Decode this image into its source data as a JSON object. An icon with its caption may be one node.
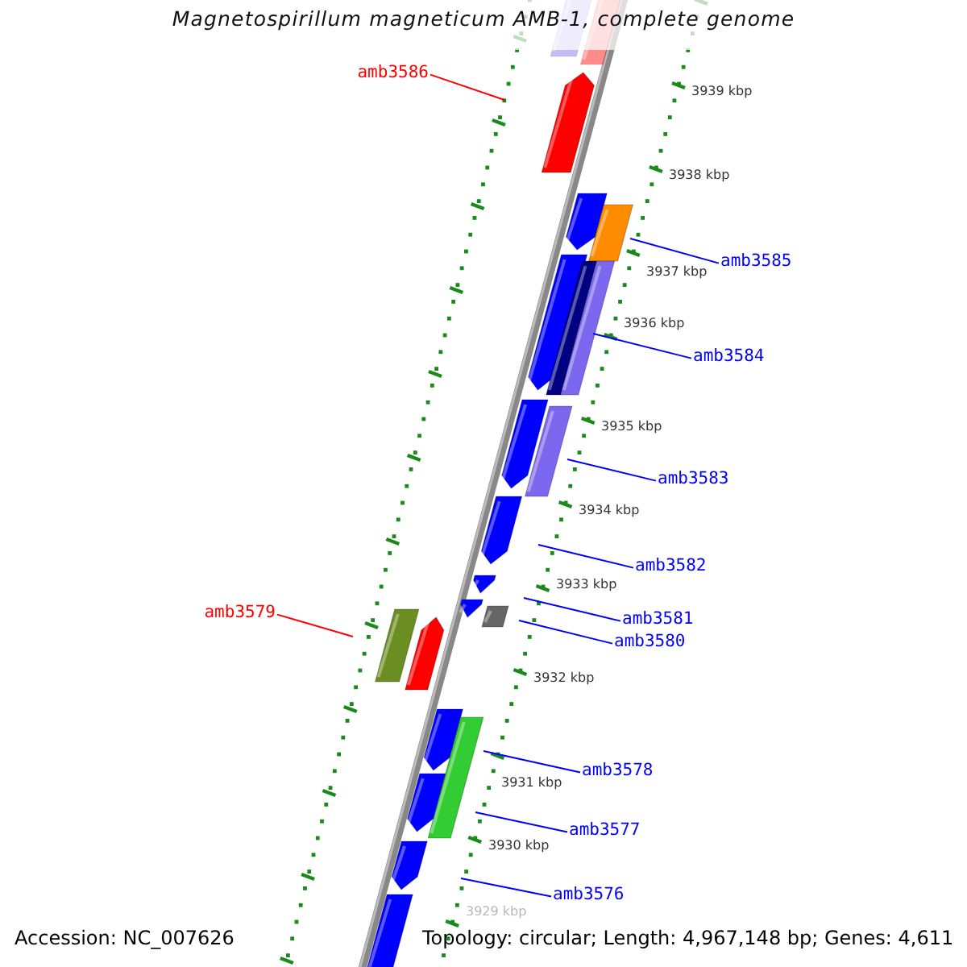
{
  "diagram": {
    "title": "Magnetospirillum magneticum AMB-1, complete genome",
    "nodes": [
      {
        "text": [
          "amb3586"
        ]
      },
      {
        "text": [
          "amb3585"
        ]
      },
      {
        "text": [
          "amb3584"
        ]
      },
      {
        "text": [
          "amb3583"
        ]
      },
      {
        "text": [
          "amb3582"
        ]
      },
      {
        "text": [
          "amb3579"
        ]
      },
      {
        "text": [
          "amb3581"
        ]
      },
      {
        "text": [
          "amb3580"
        ]
      },
      {
        "text": [
          "amb3578"
        ]
      },
      {
        "text": [
          "amb3577"
        ]
      },
      {
        "text": [
          "amb3576"
        ]
      }
    ],
    "edges": [
      {
        "from": 0,
        "to": null,
        "arrow": "none",
        "color": "#ff0000"
      },
      {
        "from": 1,
        "to": null,
        "arrow": "none"
      },
      {
        "from": 2,
        "to": null,
        "arrow": "none"
      },
      {
        "from": 3,
        "to": null,
        "arrow": "none"
      },
      {
        "from": 4,
        "to": null,
        "arrow": "none"
      },
      {
        "from": 5,
        "to": null,
        "arrow": "none",
        "color": "#ff0000"
      },
      {
        "from": 6,
        "to": null,
        "arrow": "none"
      },
      {
        "from": 7,
        "to": null,
        "arrow": "none"
      },
      {
        "from": 8,
        "to": null,
        "arrow": "none"
      },
      {
        "from": 9,
        "to": null,
        "arrow": "none"
      },
      {
        "from": 10,
        "to": null,
        "arrow": "none"
      }
    ],
    "labels": [
      "3939 kbp",
      "3938 kbp",
      "3937 kbp",
      "3936 kbp",
      "3935 kbp",
      "3934 kbp",
      "3933 kbp",
      "3932 kbp",
      "3931 kbp",
      "3930 kbp",
      "3929 kbp",
      "Accession: NC_007626",
      "Topology: circular; Length: 4,967,148 bp; Genes: 4,611"
    ]
  }
}
